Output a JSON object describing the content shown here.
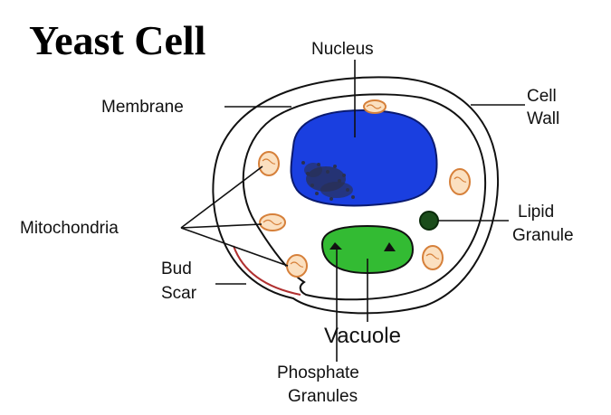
{
  "title": "Yeast Cell",
  "labels": {
    "nucleus": "Nucleus",
    "membrane": "Membrane",
    "cell_wall_1": "Cell",
    "cell_wall_2": "Wall",
    "mitochondria": "Mitochondria",
    "lipid_1": "Lipid",
    "lipid_2": "Granule",
    "bud_scar_1": "Bud",
    "bud_scar_2": "Scar",
    "vacuole": "Vacuole",
    "phosphate_1": "Phosphate",
    "phosphate_2": "Granules"
  },
  "colors": {
    "nucleus": "#1a3fe0",
    "chromatin": "#2a3050",
    "vacuole": "#33bb33",
    "lipid": "#1b4d1b",
    "mitochondria_fill": "#fbe0c0",
    "mitochondria_stroke": "#d6803a",
    "bud_scar": "#b03030",
    "outline": "#111111"
  }
}
